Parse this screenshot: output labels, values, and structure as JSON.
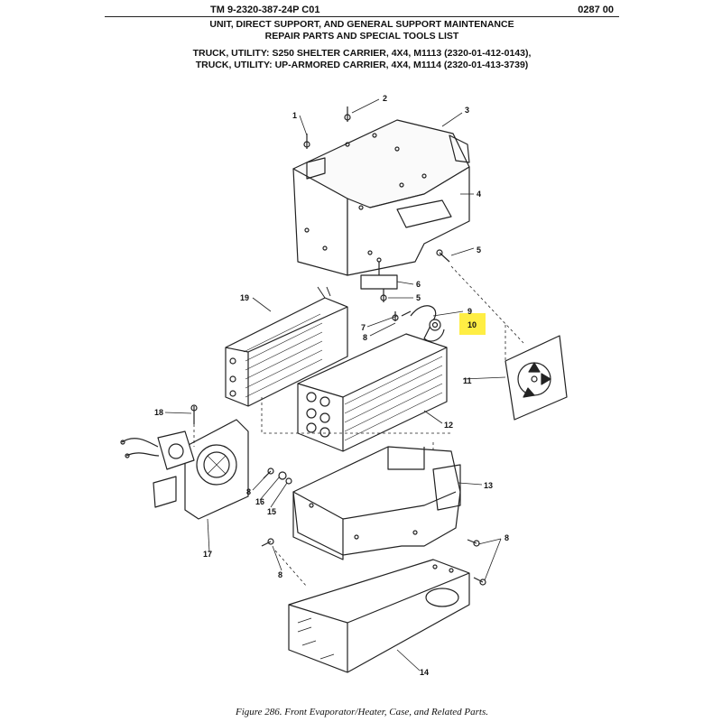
{
  "header": {
    "tm_number": "TM 9-2320-387-24P  C01",
    "work_package": "0287 00"
  },
  "titles": [
    "UNIT, DIRECT SUPPORT, AND GENERAL SUPPORT MAINTENANCE",
    "REPAIR PARTS AND SPECIAL TOOLS LIST",
    "TRUCK, UTILITY: S250 SHELTER CARRIER, 4X4, M1113 (2320-01-412-0143),",
    "TRUCK, UTILITY: UP-ARMORED CARRIER, 4X4, M1114 (2320-01-413-3739)"
  ],
  "callouts": [
    "1",
    "2",
    "3",
    "4",
    "5",
    "6",
    "5",
    "7",
    "8",
    "9",
    "10",
    "11",
    "12",
    "13",
    "8",
    "14",
    "15",
    "16",
    "8",
    "17",
    "18",
    "19",
    "8"
  ],
  "highlight_color": "#ffee44",
  "caption": "Figure 286.  Front Evaporator/Heater, Case, and Related Parts."
}
